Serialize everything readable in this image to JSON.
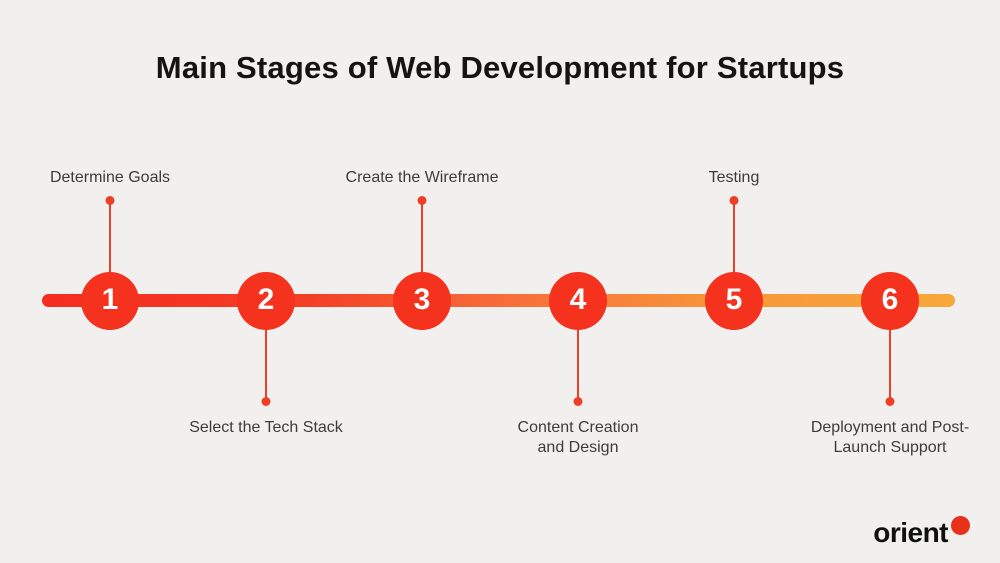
{
  "title": "Main Stages of Web Development for Startups",
  "stages": [
    {
      "number": "1",
      "label": "Determine Goals",
      "label_position": "top"
    },
    {
      "number": "2",
      "label": "Select the Tech Stack",
      "label_position": "bottom"
    },
    {
      "number": "3",
      "label": "Create the Wireframe",
      "label_position": "top"
    },
    {
      "number": "4",
      "label": "Content Creation and Design",
      "label_position": "bottom"
    },
    {
      "number": "5",
      "label": "Testing",
      "label_position": "top"
    },
    {
      "number": "6",
      "label": "Deployment and Post-Launch Support",
      "label_position": "bottom"
    }
  ],
  "logo": {
    "text": "orient"
  },
  "colors": {
    "background": "#f1f0ee",
    "stage_circle": "#f4321e",
    "timeline_gradient_start": "#f42d1f",
    "timeline_gradient_end": "#f7a83c",
    "connector": "#ee3e25",
    "title_text": "#141414",
    "label_text": "#3c3c3c",
    "logo_dot": "#e8311a"
  }
}
